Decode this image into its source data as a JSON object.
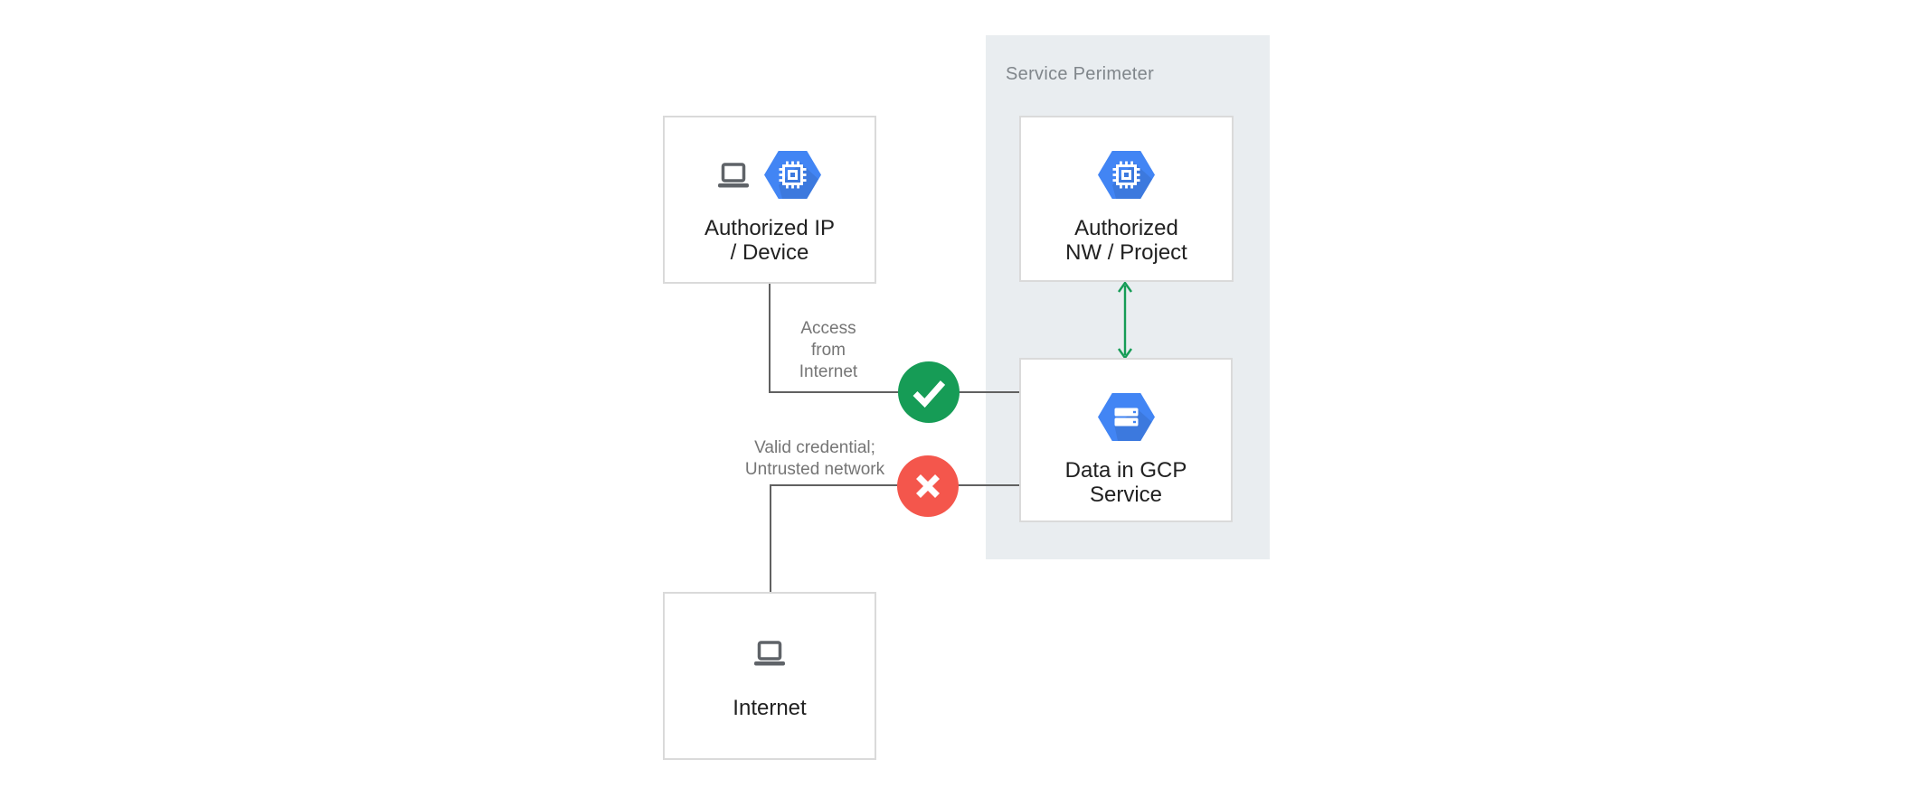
{
  "colors": {
    "bg": "#ffffff",
    "panel": "#e9edf0",
    "box-border": "#dadada",
    "blue": "#4285f4",
    "green": "#169c56",
    "red": "#f4564c",
    "line": "#616161",
    "text-dark": "#212121",
    "text-gray": "#757575",
    "perimeter-label": "#80868b",
    "icon-gray": "#5f6368"
  },
  "perimeter": {
    "label": "Service Perimeter"
  },
  "nodes": {
    "authorized_ip_device": {
      "line1": "Authorized IP",
      "line2": "/ Device"
    },
    "authorized_nw_project": {
      "line1": "Authorized",
      "line2": "NW / Project"
    },
    "data_in_gcp_service": {
      "line1": "Data in GCP",
      "line2": "Service"
    },
    "internet": {
      "line1": "Internet"
    }
  },
  "annotations": {
    "access": {
      "line1": "Access",
      "line2": "from",
      "line3": "Internet"
    },
    "valid": {
      "line1": "Valid credential;",
      "line2": "Untrusted network"
    }
  },
  "icons": {
    "laptop": "laptop-icon",
    "compute_hexagon": "compute-engine-hexagon-icon",
    "storage_hexagon": "storage-hexagon-icon",
    "check": "check-icon",
    "cross": "cross-icon",
    "bidirectional_arrow": "bidirectional-arrow-icon"
  }
}
